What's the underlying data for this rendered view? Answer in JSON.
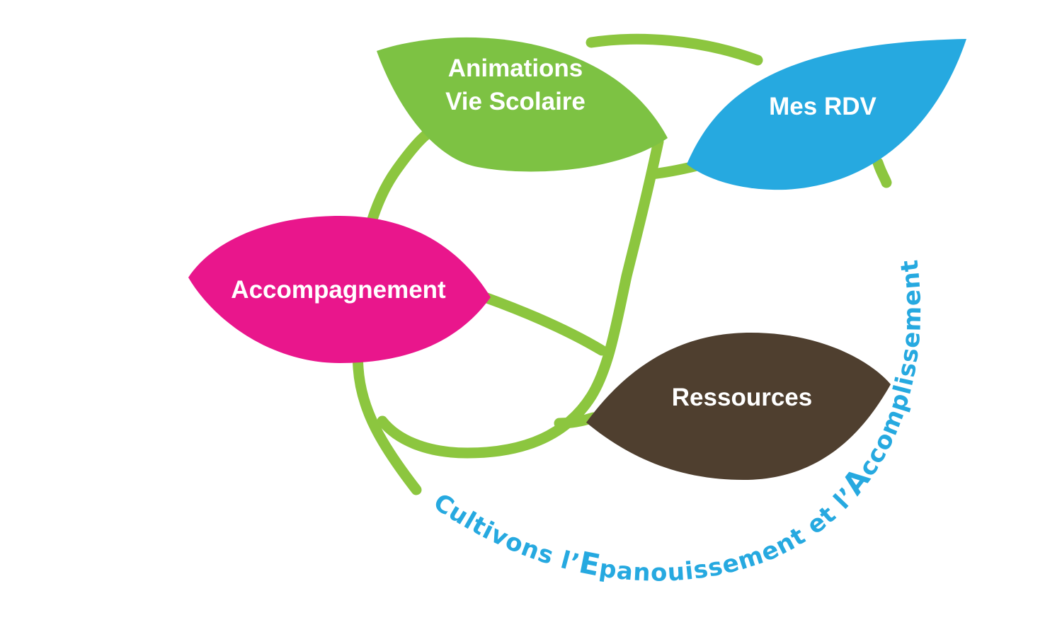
{
  "leaves": {
    "animations": {
      "line1": "Animations",
      "line2": "Vie Scolaire",
      "color": "#7DC243"
    },
    "rdv": {
      "label": "Mes RDV",
      "color": "#26A9E0"
    },
    "accompagnement": {
      "label": "Accompagnement",
      "color": "#E9168C"
    },
    "ressources": {
      "label": "Ressources",
      "color": "#4F3F2F"
    }
  },
  "stem_color": "#8CC63F",
  "slogan": {
    "prefix": "Cultivons l’",
    "e": "E",
    "mid": "panouissement et l’",
    "a": "A",
    "suffix": "ccomplissement",
    "color": "#26A9E0"
  }
}
